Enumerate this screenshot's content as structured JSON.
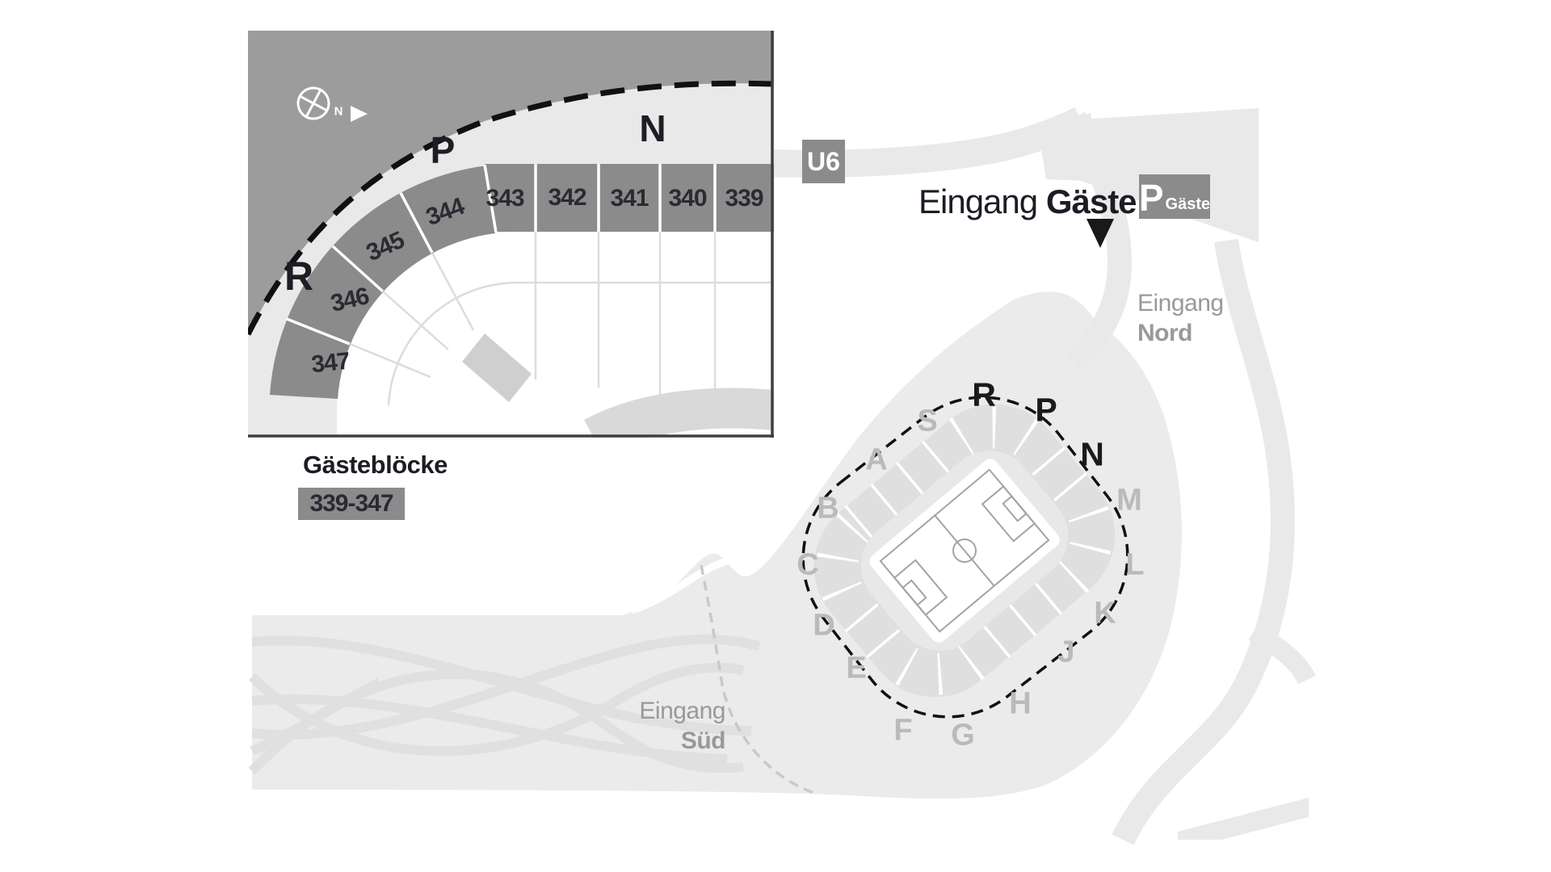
{
  "inset": {
    "sections": {
      "r": "R",
      "p": "P",
      "n": "N"
    },
    "compass": {
      "north_label": "N"
    },
    "blocks": [
      {
        "label": "339"
      },
      {
        "label": "340"
      },
      {
        "label": "341"
      },
      {
        "label": "342"
      },
      {
        "label": "343"
      },
      {
        "label": "344"
      },
      {
        "label": "345"
      },
      {
        "label": "346"
      },
      {
        "label": "347"
      }
    ],
    "legend": {
      "title": "Gästeblöcke",
      "range": "339-347"
    }
  },
  "transit": {
    "u6_label": "U6"
  },
  "entrances": {
    "guests": {
      "regular": "Eingang",
      "bold": "Gäste"
    },
    "north": {
      "regular": "Eingang",
      "bold": "Nord"
    },
    "south": {
      "regular": "Eingang",
      "bold": "Süd"
    }
  },
  "parking": {
    "symbol": "P",
    "label": "Gäste"
  },
  "stadium": {
    "sections": [
      {
        "label": "R"
      },
      {
        "label": "P"
      },
      {
        "label": "N"
      },
      {
        "label": "S"
      },
      {
        "label": "A"
      },
      {
        "label": "B"
      },
      {
        "label": "C"
      },
      {
        "label": "D"
      },
      {
        "label": "E"
      },
      {
        "label": "F"
      },
      {
        "label": "G"
      },
      {
        "label": "H"
      },
      {
        "label": "J"
      },
      {
        "label": "K"
      },
      {
        "label": "L"
      },
      {
        "label": "M"
      }
    ]
  },
  "colors": {
    "road_gray": "#e9e9e9",
    "grounds_gray": "#ebebeb",
    "bowl_gray": "#dfdfdf",
    "inset_dark": "#9c9c9c",
    "block_fill": "#8b8b8b",
    "badge_fill": "#8b8b8b",
    "dark_text": "#1c1c24",
    "gray_text": "#97999c",
    "section_gray_text": "#b8babc"
  }
}
